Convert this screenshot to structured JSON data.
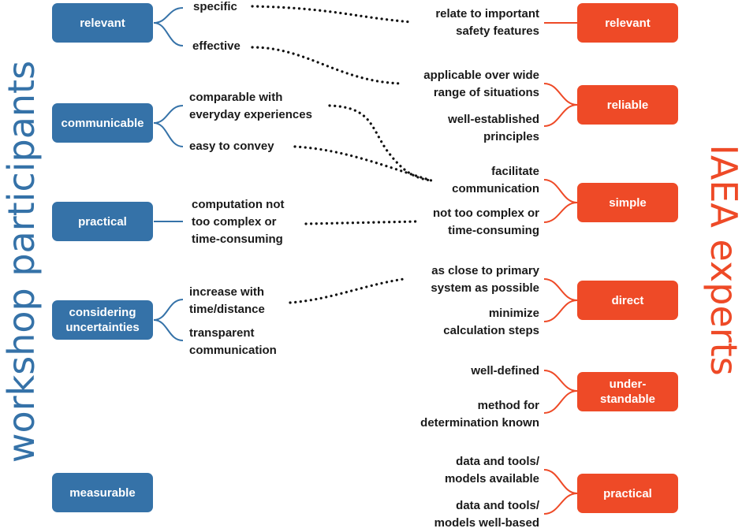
{
  "side_labels": {
    "left": "workshop participants",
    "right": "IAEA experts"
  },
  "colors": {
    "blue": "#3572a8",
    "red": "#ee4a27",
    "dotted": "#111111"
  },
  "left_boxes": [
    {
      "id": "relevant",
      "label": "relevant"
    },
    {
      "id": "communicable",
      "label": "communicable"
    },
    {
      "id": "practical",
      "label": "practical"
    },
    {
      "id": "uncertainties",
      "label": "considering\nuncertainties"
    },
    {
      "id": "measurable",
      "label": "measurable"
    }
  ],
  "left_items": [
    {
      "id": "specific",
      "text": "specific"
    },
    {
      "id": "effective",
      "text": "effective"
    },
    {
      "id": "comparable",
      "text": "comparable with\neveryday experiences"
    },
    {
      "id": "easy",
      "text": "easy to convey"
    },
    {
      "id": "computation",
      "text": "computation not\ntoo complex or\ntime-consuming"
    },
    {
      "id": "increase",
      "text": "increase with\ntime/distance"
    },
    {
      "id": "transparent",
      "text": "transparent\ncommunication"
    }
  ],
  "right_boxes": [
    {
      "id": "relevant",
      "label": "relevant"
    },
    {
      "id": "reliable",
      "label": "reliable"
    },
    {
      "id": "simple",
      "label": "simple"
    },
    {
      "id": "direct",
      "label": "direct"
    },
    {
      "id": "understandable",
      "label": "under-\nstandable"
    },
    {
      "id": "practical",
      "label": "practical"
    }
  ],
  "right_items": [
    {
      "id": "safety",
      "text": "relate to important\nsafety features"
    },
    {
      "id": "applicable",
      "text": "applicable over wide\nrange of situations"
    },
    {
      "id": "established",
      "text": "well-established\nprinciples"
    },
    {
      "id": "facilitate",
      "text": "facilitate\ncommunication"
    },
    {
      "id": "notcomplex",
      "text": "not too complex or\ntime-consuming"
    },
    {
      "id": "close",
      "text": "as close to primary\nsystem as possible"
    },
    {
      "id": "minimize",
      "text": "minimize\ncalculation steps"
    },
    {
      "id": "welldefined",
      "text": "well-defined"
    },
    {
      "id": "method",
      "text": "method for\ndetermination known"
    },
    {
      "id": "toolsavail",
      "text": "data and tools/\nmodels available"
    },
    {
      "id": "toolsbased",
      "text": "data and tools/\nmodels well-based"
    }
  ]
}
